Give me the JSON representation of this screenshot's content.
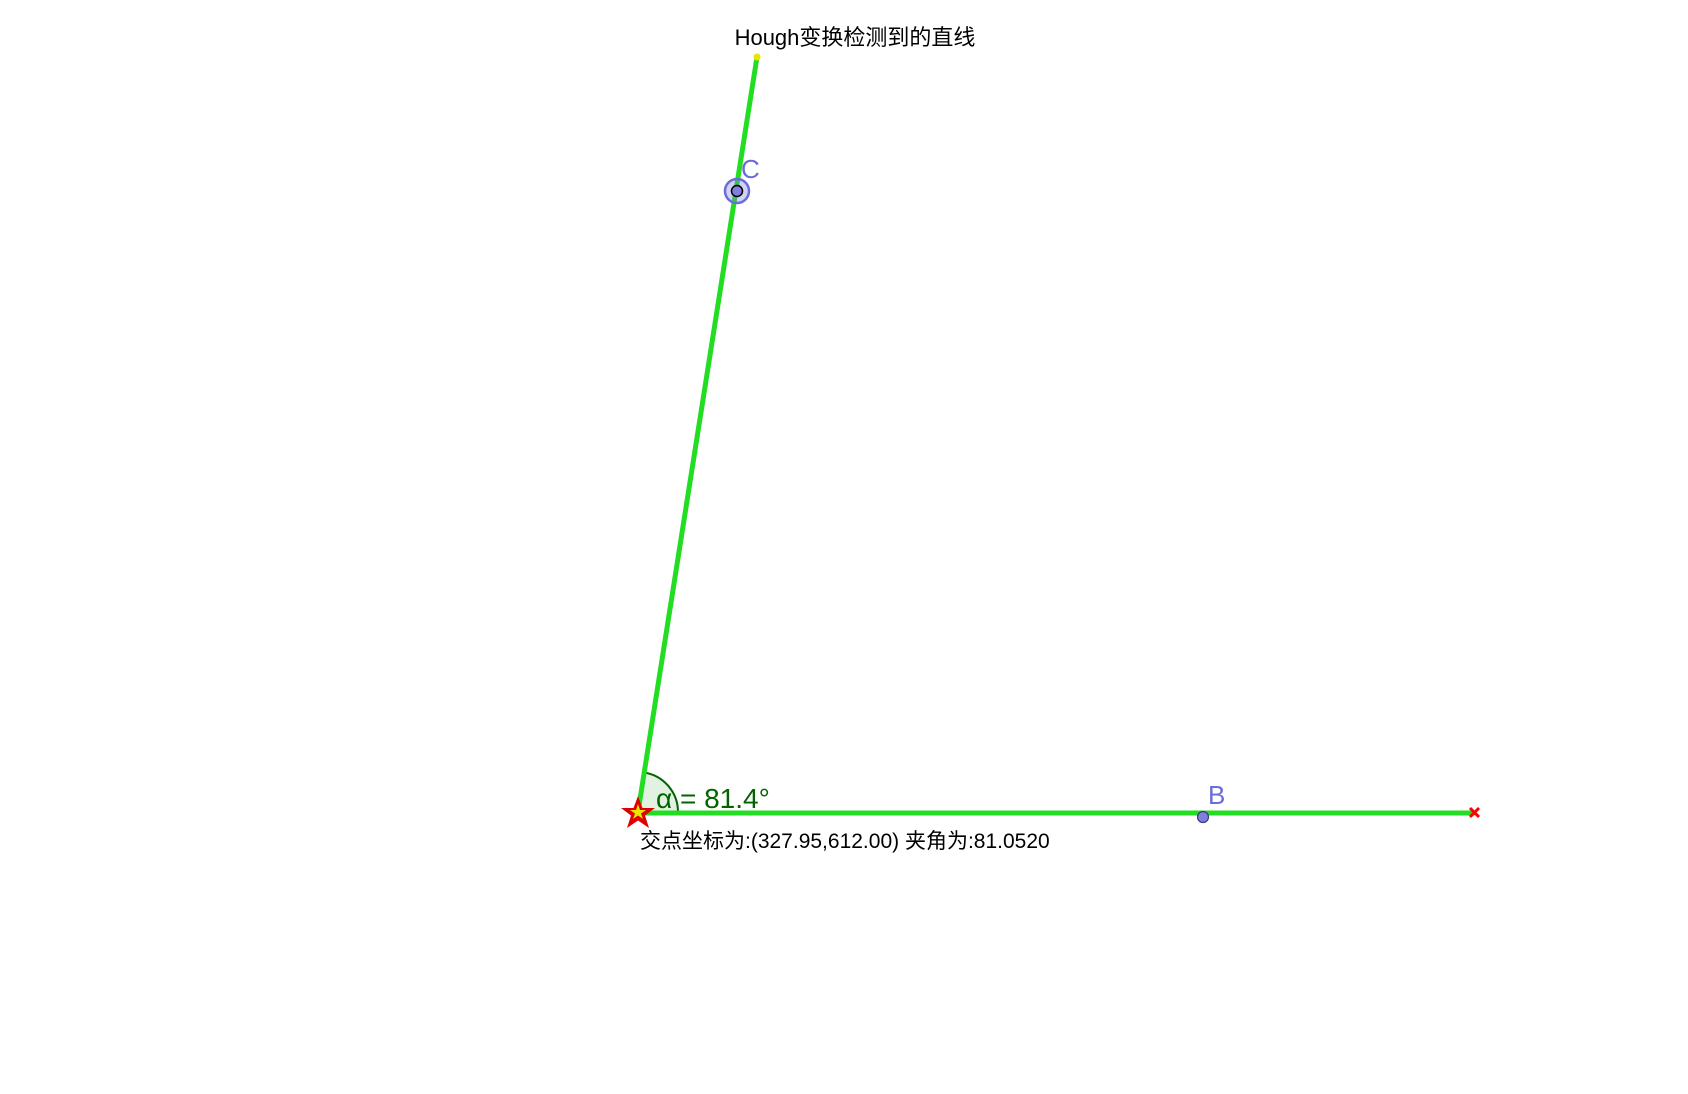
{
  "title": "Hough变换检测到的直线",
  "angle_label": "α = 81.4°",
  "point_b_label": "B",
  "point_c_label": "C",
  "result_text": "交点坐标为:(327.95,612.00) 夹角为:81.0520",
  "colors": {
    "detected_line": "#22dd22",
    "geometry_line": "#4d4d4d",
    "angle_text": "#006400",
    "angle_arc_fill": "#c8e8c8",
    "point_label": "#6b6bdc",
    "point_fill": "#7f7fe0",
    "intersection_star": "#e00000",
    "endpoint_top": "#e6e600",
    "endpoint_right": "#ff0000",
    "text": "#000000"
  },
  "icons": {
    "intersection": "star-icon",
    "right_endpoint": "x-mark-icon",
    "top_endpoint": "dot-icon"
  }
}
